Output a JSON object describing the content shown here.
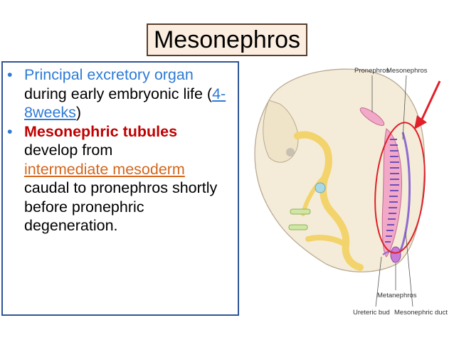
{
  "title": "Mesonephros",
  "bullet1": {
    "part1": "Principal excretory organ",
    "part2": "during early embryonic life (",
    "link": "4-8weeks",
    "part3": ")"
  },
  "bullet2": {
    "bold": "Mesonephric tubules",
    "part1": "develop from",
    "link": "intermediate mesoderm",
    "part2": "caudal to pronephros shortly before pronephric degeneration."
  },
  "figure": {
    "labels": {
      "pronephros": "Pronephros",
      "mesonephros": "Mesonephros",
      "metanephros": "Metanephros",
      "ureteric_bud": "Ureteric bud",
      "mesonephric_duct": "Mesonephric duct"
    },
    "colors": {
      "embryo": "#f4ecd8",
      "gut": "#f3d36b",
      "mesonephros": "#f2a9c8",
      "duct": "#8f6bd1",
      "annotation": "#e0202a"
    }
  }
}
